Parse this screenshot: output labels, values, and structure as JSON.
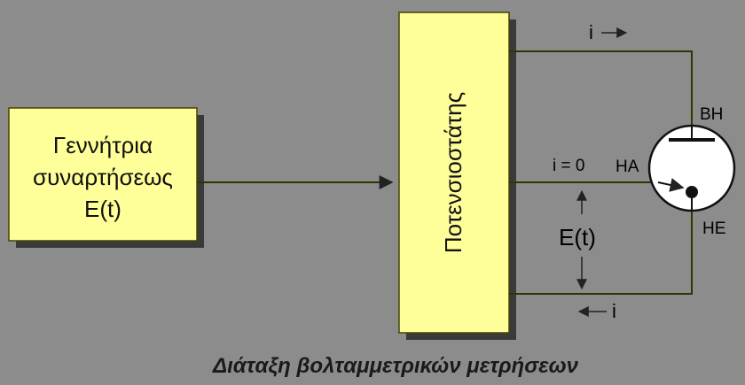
{
  "colors": {
    "background": "#8c8c8c",
    "box_fill": "#ffff99",
    "box_shadow": "#3a3a3a",
    "wire": "#333300",
    "electrode_cell_fill": "#ffffff"
  },
  "generator": {
    "line1": "Γεννήτρια",
    "line2": "συναρτήσεως",
    "line3": "E(t)"
  },
  "potentiostat": {
    "label": "Ποτενσιοστάτης"
  },
  "labels": {
    "current_top": "i",
    "current_bottom": "i",
    "zero_current": "i = 0",
    "potential": "E(t)",
    "aux_electrode": "ΒΗ",
    "ref_electrode": "ΗΑ",
    "work_electrode": "ΗΕ"
  },
  "caption": "Διάταξη βολταμμετρικών μετρήσεων"
}
